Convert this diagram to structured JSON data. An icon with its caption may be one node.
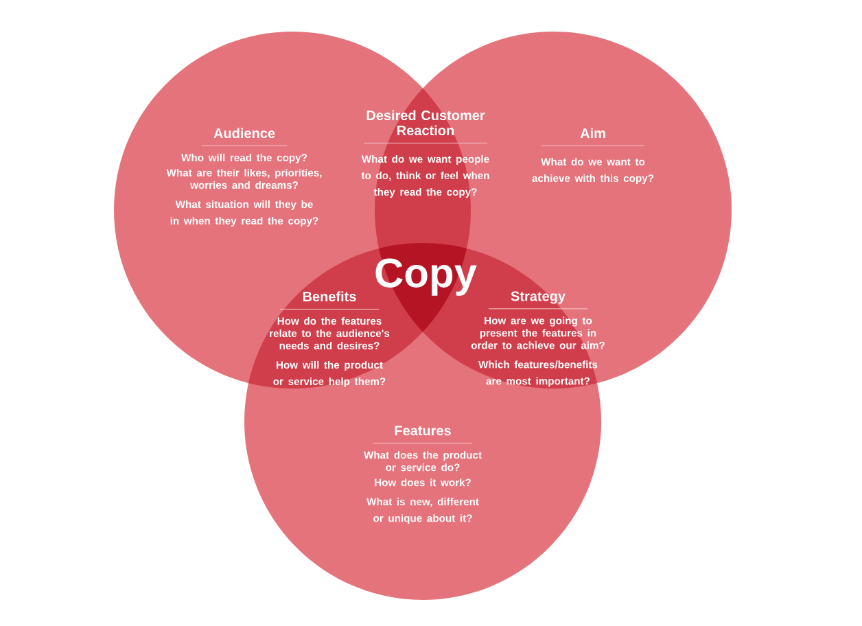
{
  "diagram": {
    "nodes": [
      {
        "text": [
          "Audience",
          "Who will read the copy?",
          "What are their likes, priorities, worries and dreams?",
          "What situation will they be in when they read the copy?"
        ]
      },
      {
        "text": [
          "Desired Customer Reaction",
          "What do we want people to do, think or feel when they read the copy?"
        ]
      },
      {
        "text": [
          "Aim",
          "What do we want to achieve with this copy?"
        ]
      },
      {
        "text": [
          "Copy"
        ]
      },
      {
        "text": [
          "Benefits",
          "How do the features relate to the audience's needs and desires?",
          "How will the product or service help them?"
        ]
      },
      {
        "text": [
          "Strategy",
          "How are we going to present the features in order to achieve our aim?",
          "Which features/benefits are most important?"
        ]
      },
      {
        "text": [
          "Features",
          "What does the product or service do?",
          "How does it work?",
          "What is new, different or unique about it?"
        ]
      }
    ]
  }
}
